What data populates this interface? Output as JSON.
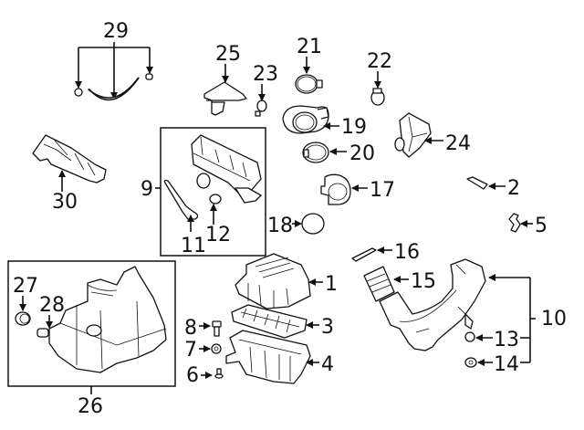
{
  "diagram": {
    "type": "exploded-parts-diagram",
    "subject": "Air intake / air cleaner assembly",
    "callouts": [
      {
        "num": "1",
        "part": "air-cleaner-cover"
      },
      {
        "num": "2",
        "part": "label"
      },
      {
        "num": "3",
        "part": "air-filter-element"
      },
      {
        "num": "4",
        "part": "air-cleaner-lower-case"
      },
      {
        "num": "5",
        "part": "clip"
      },
      {
        "num": "6",
        "part": "bolt"
      },
      {
        "num": "7",
        "part": "grommet"
      },
      {
        "num": "8",
        "part": "bolt"
      },
      {
        "num": "9",
        "part": "resonator-assembly"
      },
      {
        "num": "10",
        "part": "intake-duct-assembly"
      },
      {
        "num": "11",
        "part": "hose"
      },
      {
        "num": "12",
        "part": "grommet"
      },
      {
        "num": "13",
        "part": "bushing"
      },
      {
        "num": "14",
        "part": "grommet"
      },
      {
        "num": "15",
        "part": "inlet-duct-bellows"
      },
      {
        "num": "16",
        "part": "seal-strip"
      },
      {
        "num": "17",
        "part": "mass-air-flow-housing"
      },
      {
        "num": "18",
        "part": "o-ring"
      },
      {
        "num": "19",
        "part": "mass-air-flow-sensor"
      },
      {
        "num": "20",
        "part": "clamp"
      },
      {
        "num": "21",
        "part": "clamp"
      },
      {
        "num": "22",
        "part": "clamp"
      },
      {
        "num": "23",
        "part": "clamp"
      },
      {
        "num": "24",
        "part": "intake-adapter"
      },
      {
        "num": "25",
        "part": "resonator-cover"
      },
      {
        "num": "26",
        "part": "resonator-box-assembly"
      },
      {
        "num": "27",
        "part": "grommet"
      },
      {
        "num": "28",
        "part": "bushing"
      },
      {
        "num": "29",
        "part": "vent-hose-kit"
      },
      {
        "num": "30",
        "part": "support-bracket"
      }
    ]
  }
}
